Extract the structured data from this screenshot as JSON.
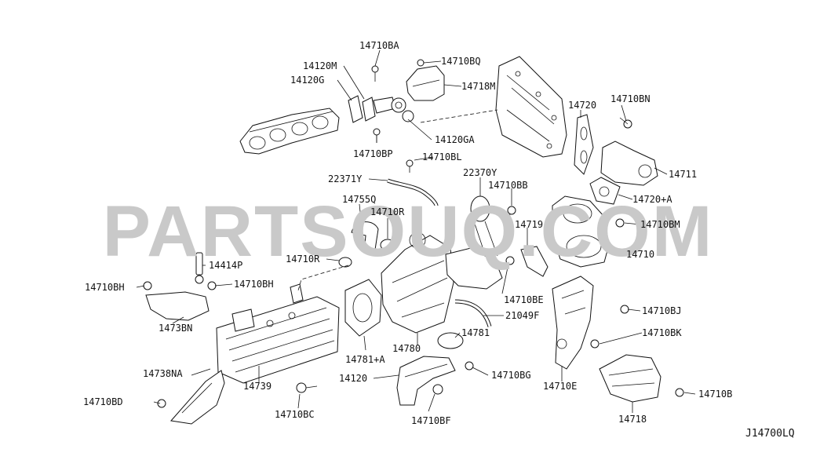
{
  "watermark": "PARTSOUQ.COM",
  "diagram_code": "J14700LQ",
  "callouts": [
    "14710BA",
    "14710BQ",
    "14120M",
    "14120G",
    "14718M",
    "14720",
    "14710BN",
    "14710BP",
    "14120GA",
    "14710BL",
    "14711",
    "22371Y",
    "22370Y",
    "14710BB",
    "14755Q",
    "14710R",
    "14720+A",
    "14719",
    "14710BM",
    "14710",
    "14414P",
    "14710R",
    "14710BH",
    "14710BH",
    "14710BE",
    "1473BN",
    "21049F",
    "14710BJ",
    "14781",
    "14710BK",
    "14781+A",
    "14780",
    "14738NA",
    "14120",
    "14710BG",
    "14739",
    "14710E",
    "14710BD",
    "14710BC",
    "14710BF",
    "14710B",
    "14718"
  ]
}
